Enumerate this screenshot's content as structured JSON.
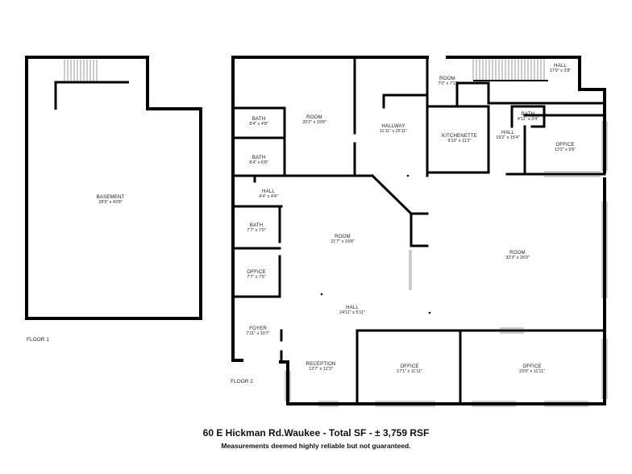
{
  "floors": {
    "floor1": "FLOOR 1",
    "floor2": "FLOOR 2"
  },
  "rooms": {
    "basement": {
      "name": "BASEMENT",
      "dims": "28'9\" x 43'8\""
    },
    "room_top": {
      "name": "ROOM",
      "dims": "20'2\" x 19'8\""
    },
    "bath1": {
      "name": "BATH",
      "dims": "8'4\" x 4'8\""
    },
    "bath2": {
      "name": "BATH",
      "dims": "8'4\" x 6'8\""
    },
    "hall_small": {
      "name": "HALL",
      "dims": "4'4\" x 4'4\""
    },
    "bath3": {
      "name": "BATH",
      "dims": "7'7\" x 7'0\""
    },
    "office_small": {
      "name": "OFFICE",
      "dims": "7'7\" x 7'5\""
    },
    "foyer": {
      "name": "FOYER",
      "dims": "7'11\" x 10'7\""
    },
    "reception": {
      "name": "RECEPTION",
      "dims": "12'7\" x 12'3\""
    },
    "hallway": {
      "name": "HALLWAY",
      "dims": "11'11\" x 25'11\""
    },
    "room_small": {
      "name": "ROOM",
      "dims": "7'0\" x 7'1\""
    },
    "hall_top": {
      "name": "HALL",
      "dims": "17'9\" x 3'8\""
    },
    "kitchenette": {
      "name": "KITCHENETTE",
      "dims": "9'10\" x 11'2\""
    },
    "hall_mid": {
      "name": "HALL",
      "dims": "19'2\" x 15'4\""
    },
    "bath4": {
      "name": "BATH",
      "dims": "4'11\" x 3'4\""
    },
    "office_right": {
      "name": "OFFICE",
      "dims": "13'2\" x 9'6\""
    },
    "room_center": {
      "name": "ROOM",
      "dims": "21'7\" x 19'8\""
    },
    "room_large": {
      "name": "ROOM",
      "dims": "32'3\" x 26'0\""
    },
    "hall_long": {
      "name": "HALL",
      "dims": "24'11\" x 5'11\""
    },
    "office_b1": {
      "name": "OFFICE",
      "dims": "17'1\" x 11'11\""
    },
    "office_b2": {
      "name": "OFFICE",
      "dims": "23'9\" x 11'11\""
    }
  },
  "footer": {
    "title": "60 E Hickman Rd.Waukee - Total SF - ± 3,759 RSF",
    "subtitle": "Measurements deemed highly reliable but not guaranteed."
  },
  "colors": {
    "wall": "#000000",
    "window": "#9a9a9a",
    "text": "#222222"
  }
}
